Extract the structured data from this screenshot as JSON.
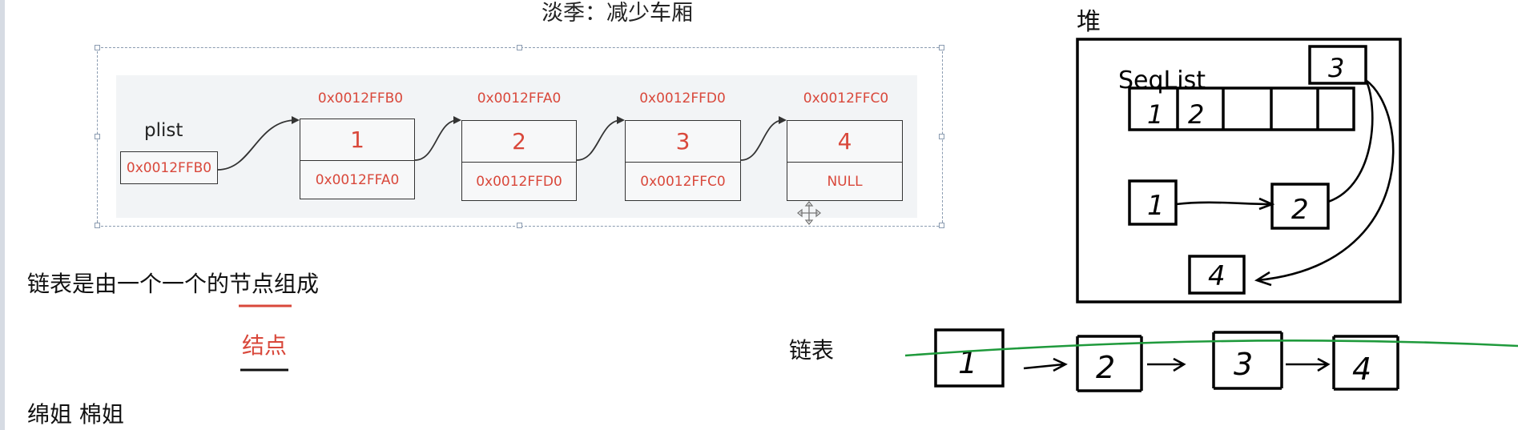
{
  "title": "淡季：减少车厢",
  "heap_label": "堆",
  "plist": {
    "label": "plist",
    "value": "0x0012FFB0"
  },
  "nodes": [
    {
      "address": "0x0012FFB0",
      "data": "1",
      "next": "0x0012FFA0"
    },
    {
      "address": "0x0012FFA0",
      "data": "2",
      "next": "0x0012FFD0"
    },
    {
      "address": "0x0012FFD0",
      "data": "3",
      "next": "0x0012FFC0"
    },
    {
      "address": "0x0012FFC0",
      "data": "4",
      "next": "NULL"
    }
  ],
  "notes": {
    "line1": "链表是由一个一个的节点组成",
    "node_term": "结点",
    "names": "绵姐   棉姐",
    "linked_list_label": "链表"
  },
  "handwritten": {
    "seqlist_label": "SeqList",
    "seqlist_cells": [
      "1",
      "2",
      "",
      "",
      "",
      ""
    ],
    "heap_nodes": [
      "1",
      "2",
      "3",
      "4"
    ],
    "bottom_chain": [
      "1",
      "2",
      "3",
      "4"
    ]
  },
  "colors": {
    "accent_red": "#d9483b",
    "ink": "#111111",
    "green_line": "#1f9a3c",
    "panel_bg": "#f2f4f6"
  }
}
